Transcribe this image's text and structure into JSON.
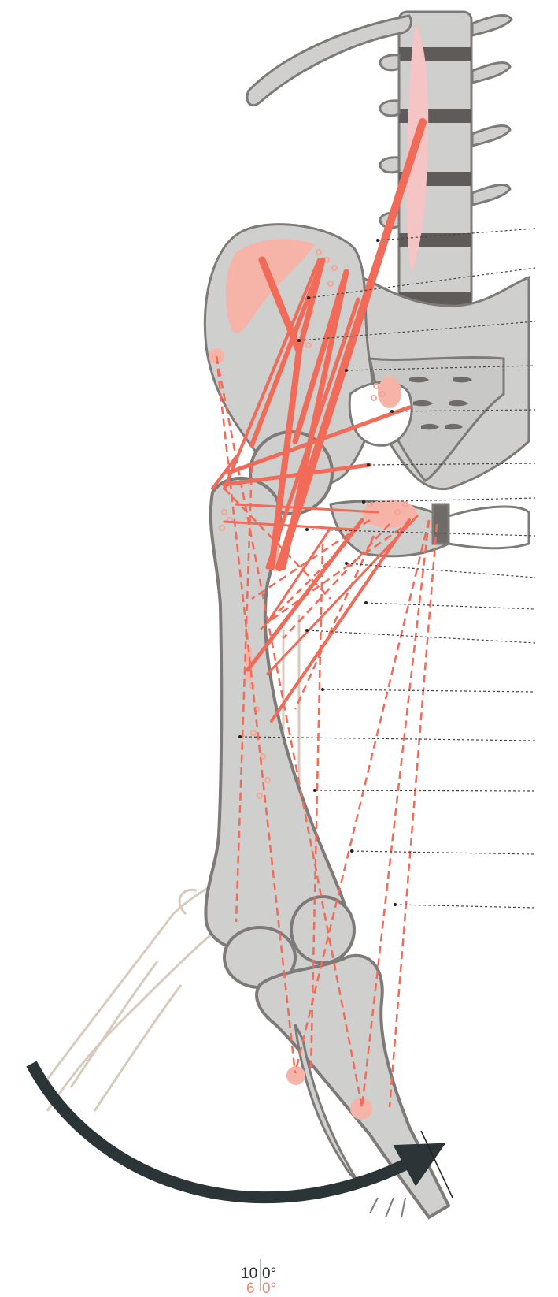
{
  "angles": {
    "hip_reference": {
      "left": "10",
      "right": "0°"
    },
    "knee_reference": {
      "left": "6",
      "right": "0°"
    }
  },
  "colors": {
    "bone": "#cfcfcd",
    "bone_outline": "#7d7a77",
    "muscle": "#f26a58",
    "muscle_light": "#f6b3a8",
    "cartilage": "#f5c4c4",
    "arrow": "#2b3538",
    "leader_line": "#444444",
    "outline_leg": "#d8cbbd"
  },
  "icons": {
    "motion_arrow": "arc-arrow-icon",
    "pointer": "thin-pointer-line"
  }
}
